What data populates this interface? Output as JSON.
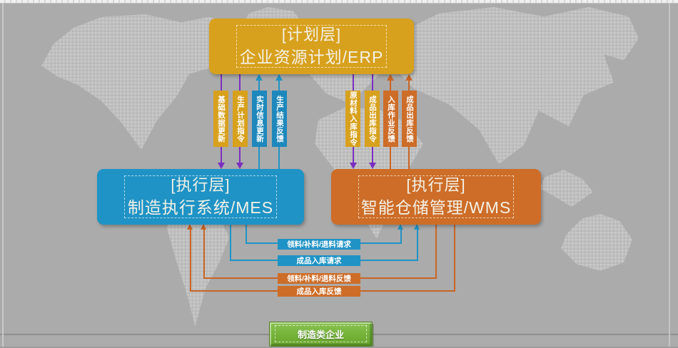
{
  "boxes": {
    "erp": {
      "tag": "[计划层]",
      "name": "企业资源计划/ERP"
    },
    "mes": {
      "tag": "[执行层]",
      "name": "制造执行系统/MES"
    },
    "wms": {
      "tag": "[执行层]",
      "name": "智能仓储管理/WMS"
    }
  },
  "flows": {
    "erp_mes": [
      {
        "label": "基础数据更新",
        "direction": "erp-to-mes"
      },
      {
        "label": "生产计划指令",
        "direction": "erp-to-mes"
      },
      {
        "label": "实时信息更新",
        "direction": "mes-to-erp"
      },
      {
        "label": "生产结果反馈",
        "direction": "mes-to-erp"
      }
    ],
    "erp_wms": [
      {
        "label": "原材料入库指令",
        "direction": "erp-to-wms"
      },
      {
        "label": "成品出库指令",
        "direction": "erp-to-wms"
      },
      {
        "label": "入库作业反馈",
        "direction": "wms-to-erp"
      },
      {
        "label": "成品出库反馈",
        "direction": "wms-to-erp"
      }
    ],
    "mes_wms": [
      {
        "label": "领料/补料/退料请求",
        "direction": "mes-to-wms"
      },
      {
        "label": "成品入库请求",
        "direction": "mes-to-wms"
      },
      {
        "label": "领料/补料/退料反馈",
        "direction": "wms-to-mes"
      },
      {
        "label": "成品入库反馈",
        "direction": "wms-to-mes"
      }
    ]
  },
  "footer": {
    "button_label": "制造类企业"
  },
  "colors": {
    "gold": "#D8A11D",
    "blue": "#1F93C5",
    "orange": "#CD6D28",
    "purple": "#7B2FC0",
    "green": "#74B238",
    "background": "#ABABAB"
  }
}
